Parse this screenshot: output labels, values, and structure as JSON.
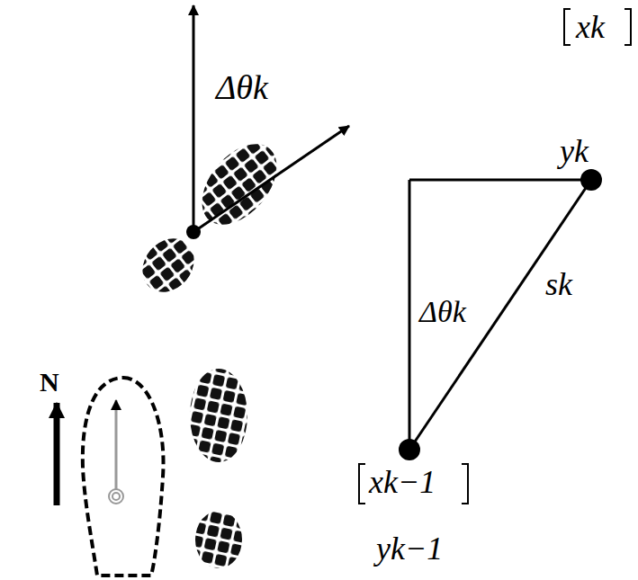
{
  "diagram": {
    "labels": [
      "Δθk",
      "xk",
      "yk",
      "Δθk",
      "sk",
      "xk−1",
      "yk−1",
      "N"
    ]
  }
}
